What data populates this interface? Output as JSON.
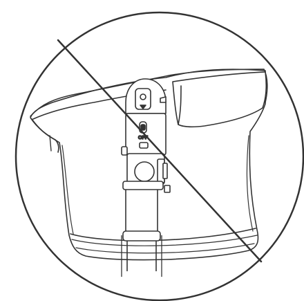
{
  "illustration": {
    "subject": "camera-mounted-on-stand-with-bag",
    "switch_label": "OFF",
    "meaning": "prohibited"
  },
  "colors": {
    "stroke": "#333333",
    "fabric": "#ffffff",
    "background": "#ffffff"
  }
}
